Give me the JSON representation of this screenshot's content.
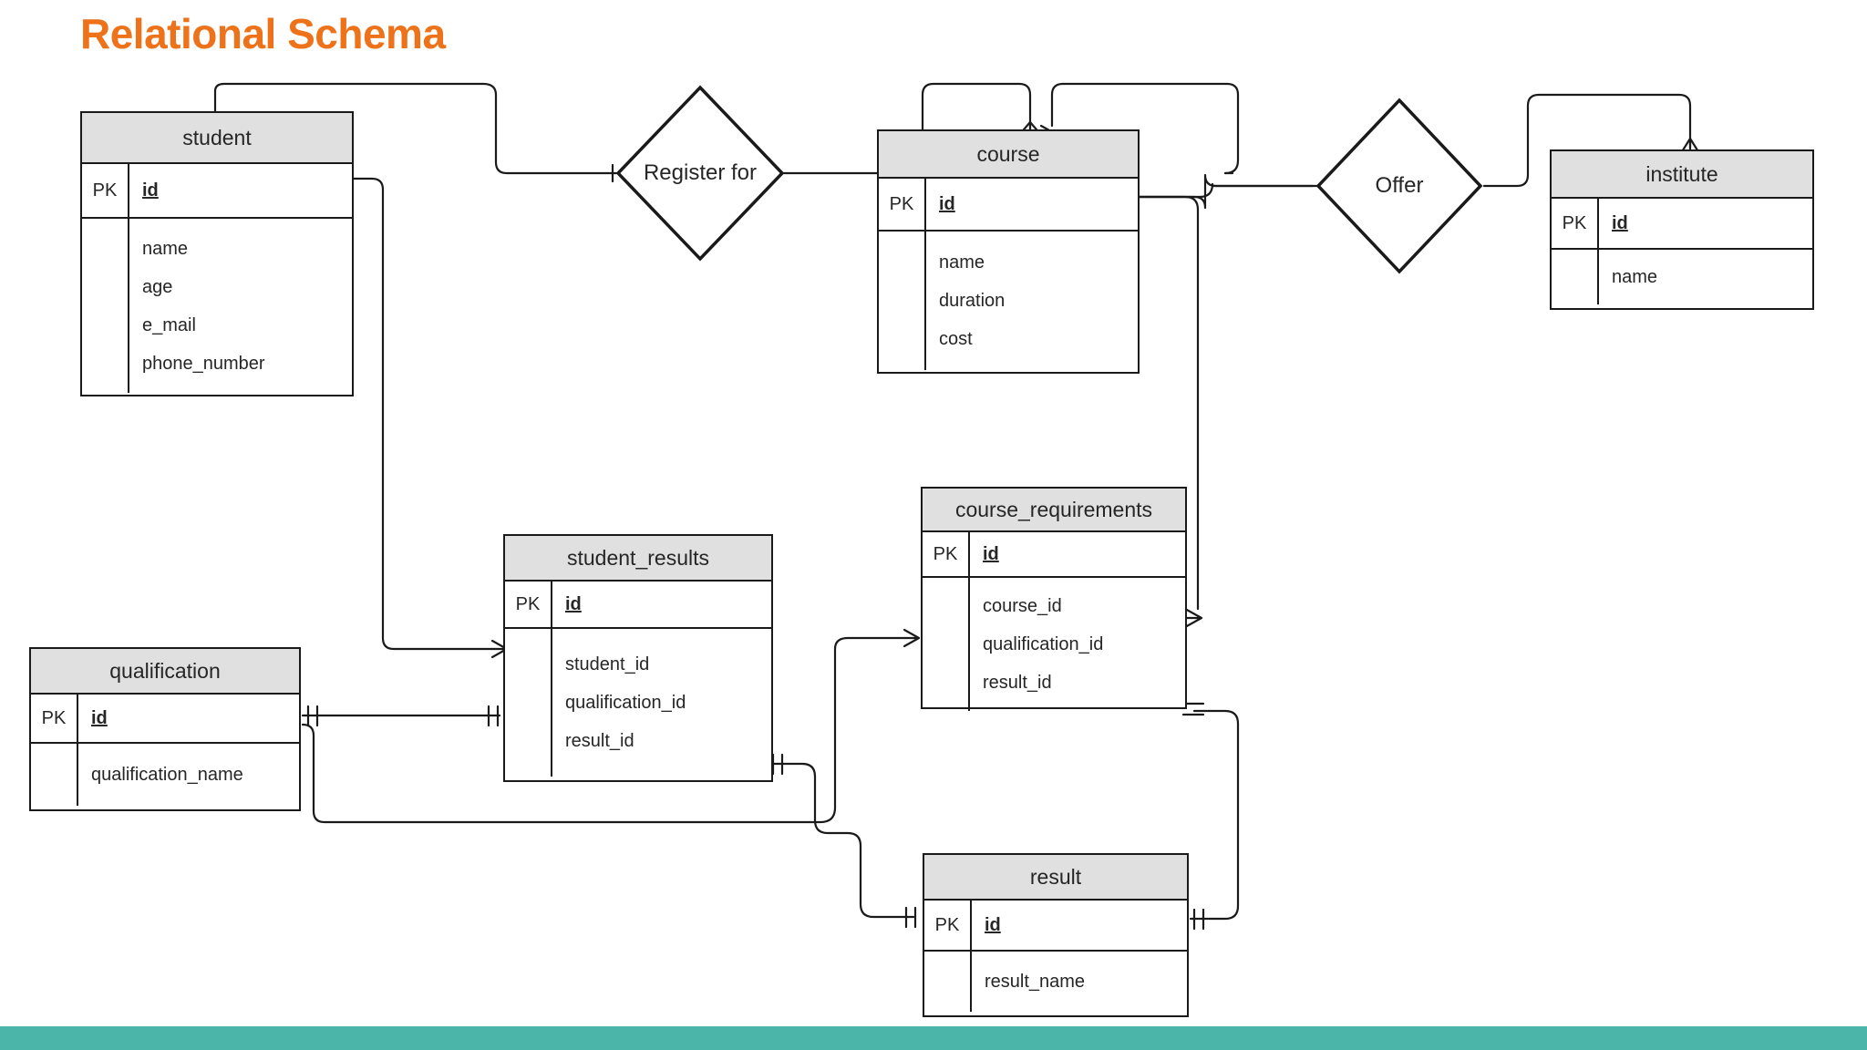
{
  "title": "Relational Schema",
  "theme": {
    "title_color": "#ED7219",
    "footer_color": "#4CB5A9",
    "entity_header_bg": "#e0e0e0",
    "line_color": "#1a1a1a"
  },
  "entities": [
    {
      "name": "student",
      "pk_label": "PK",
      "pk_field": "id",
      "attributes": [
        "name",
        "age",
        "e_mail",
        "phone_number"
      ]
    },
    {
      "name": "course",
      "pk_label": "PK",
      "pk_field": "id",
      "attributes": [
        "name",
        "duration",
        "cost"
      ]
    },
    {
      "name": "institute",
      "pk_label": "PK",
      "pk_field": "id",
      "attributes": [
        "name"
      ]
    },
    {
      "name": "student_results",
      "pk_label": "PK",
      "pk_field": "id",
      "attributes": [
        "student_id",
        "qualification_id",
        "result_id"
      ]
    },
    {
      "name": "course_requirements",
      "pk_label": "PK",
      "pk_field": "id",
      "attributes": [
        "course_id",
        "qualification_id",
        "result_id"
      ]
    },
    {
      "name": "qualification",
      "pk_label": "PK",
      "pk_field": "id",
      "attributes": [
        "qualification_name"
      ]
    },
    {
      "name": "result",
      "pk_label": "PK",
      "pk_field": "id",
      "attributes": [
        "result_name"
      ]
    }
  ],
  "relationships": [
    {
      "name": "Register for",
      "connects": [
        "student",
        "course"
      ]
    },
    {
      "name": "Offer",
      "connects": [
        "course",
        "institute"
      ]
    }
  ]
}
